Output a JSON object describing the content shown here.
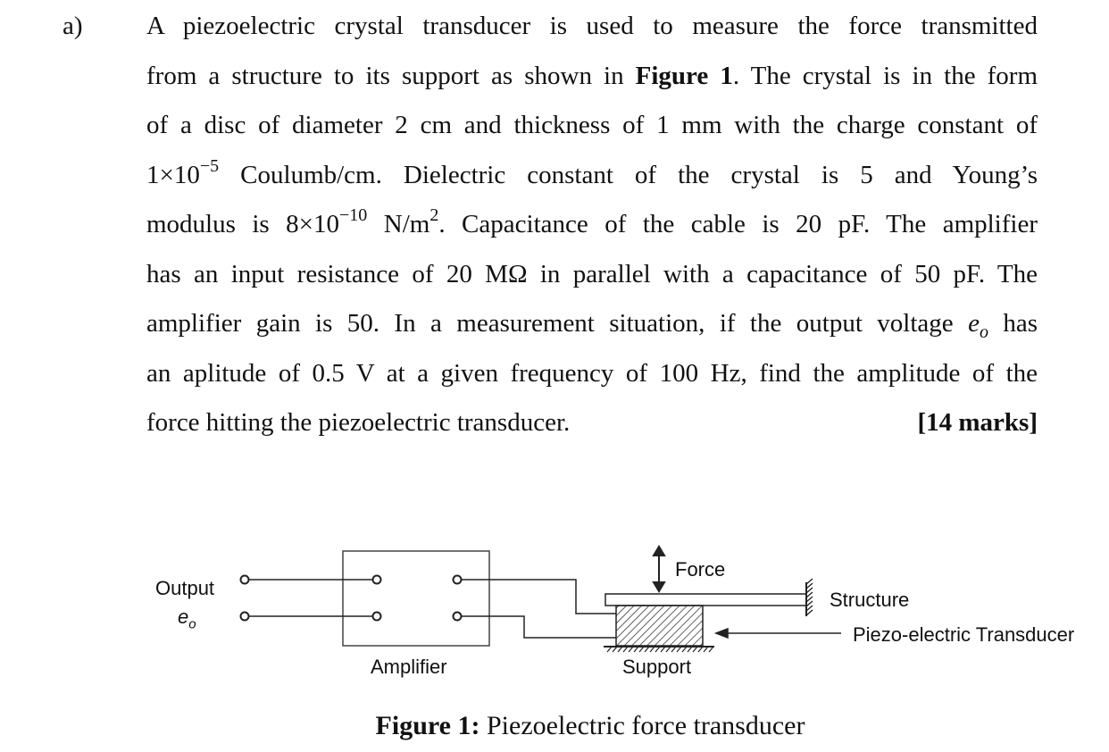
{
  "question": {
    "label": "a)",
    "lines": [
      "A piezoelectric crystal transducer is used to measure the force transmitted",
      "of a disc of diameter 2 cm and thickness of 1 mm with the charge constant of",
      "has an input resistance of 20 MΩ in parallel with a capacitance of 50 pF. The",
      "an aplitude of 0.5 V at a given frequency of 100 Hz, find the amplitude of the"
    ],
    "line2_pre": "from a structure to its support as shown in ",
    "line2_bold": "Figure 1",
    "line2_post": ". The crystal is in the form",
    "line4_base": "1×10",
    "line4_exp": "−5",
    "line4_rest": " Coulumb/cm. Dielectric constant of the crystal is 5 and Young’s",
    "line5_pre": "modulus is 8×10",
    "line5_exp": "−10",
    "line5_unit": " N/m",
    "line5_unit_exp": "2",
    "line5_rest": ". Capacitance of the cable is 20 pF. The amplifier",
    "line7_pre": "amplifier gain is 50. In a measurement situation, if the output voltage ",
    "line7_var": "e",
    "line7_sub": "o",
    "line7_post": " has",
    "line9": "force hitting the piezoelectric transducer.",
    "marks": "[14 marks]"
  },
  "figure": {
    "labels": {
      "output": "Output",
      "eo": "e",
      "eo_sub": "o",
      "amplifier": "Amplifier",
      "support": "Support",
      "force": "Force",
      "structure": "Structure",
      "transducer": "Piezo-electric Transducer"
    },
    "caption_bold": "Figure 1:",
    "caption_text": " Piezoelectric force transducer"
  }
}
